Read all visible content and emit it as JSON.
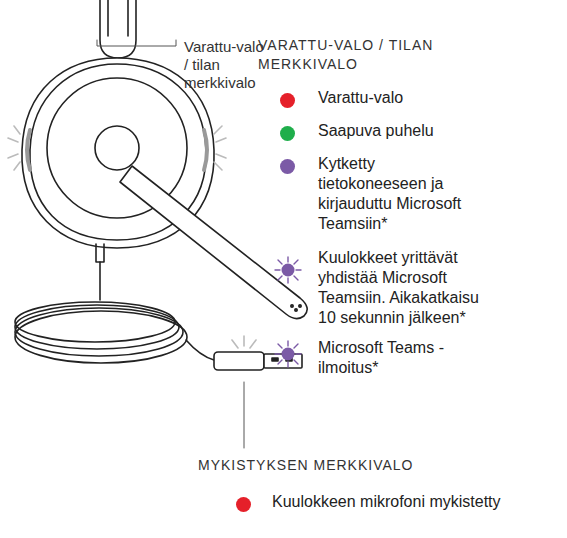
{
  "diagram": {
    "labels": [
      "Varattu-valo / tilan merkkivalo",
      "VARATTU-VALO / TILAN MERKKIVALO",
      "MYKISTYKSEN MERKKIVALO"
    ],
    "legend": [
      {
        "text": "Varattu-valo",
        "color": "#e5202a"
      },
      {
        "text": "Saapuva puhelu",
        "color": "#1fae4b"
      },
      {
        "text": "Kytketty tietokoneeseen ja kirjauduttu Microsoft Teamsiin*",
        "color": "#7b5aa6"
      },
      {
        "text": "Kuulokkeet yrittävät yhdistää Microsoft Teamsiin. Aikakatkaisu 10 sekunnin jälkeen*"
      },
      {
        "text": "Microsoft Teams -ilmoitus*"
      },
      {
        "text": "Kuulokkeen mikrofoni mykistetty",
        "color": "#e5202a"
      }
    ]
  }
}
